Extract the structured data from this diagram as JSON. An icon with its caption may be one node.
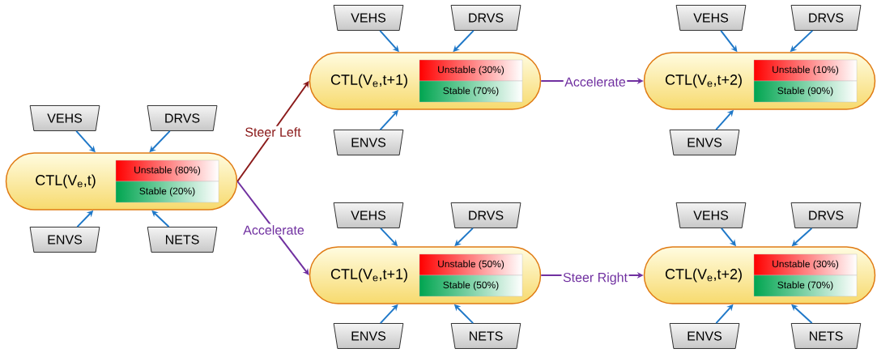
{
  "diagram": {
    "nodes": [
      {
        "text": [
          "CTL(V$_{e}$,t)"
        ]
      },
      {
        "text": [
          "Unstable (80%)"
        ],
        "in": 0
      },
      {
        "text": [
          "Stable (20%)"
        ],
        "in": 0
      },
      {
        "text": [
          "VEHS"
        ]
      },
      {
        "text": [
          "DRVS"
        ]
      },
      {
        "text": [
          "ENVS"
        ]
      },
      {
        "text": [
          "NETS"
        ]
      },
      {
        "text": [
          "CTL(V$_{e}$,t+1)"
        ]
      },
      {
        "text": [
          "Unstable (30%)"
        ],
        "in": 7
      },
      {
        "text": [
          "Stable (70%)"
        ],
        "in": 7
      },
      {
        "text": [
          "VEHS"
        ]
      },
      {
        "text": [
          "DRVS"
        ]
      },
      {
        "text": [
          "ENVS"
        ]
      },
      {
        "text": [
          "CTL(V$_{e}$,t+2)"
        ]
      },
      {
        "text": [
          "Unstable (10%)"
        ],
        "in": 13
      },
      {
        "text": [
          "Stable (90%)"
        ],
        "in": 13
      },
      {
        "text": [
          "VEHS"
        ]
      },
      {
        "text": [
          "DRVS"
        ]
      },
      {
        "text": [
          "ENVS"
        ]
      },
      {
        "text": [
          "CTL(V$_{e}$,t+1)"
        ]
      },
      {
        "text": [
          "Unstable (50%)"
        ],
        "in": 19
      },
      {
        "text": [
          "Stable (50%)"
        ],
        "in": 19
      },
      {
        "text": [
          "VEHS"
        ]
      },
      {
        "text": [
          "DRVS"
        ]
      },
      {
        "text": [
          "ENVS"
        ]
      },
      {
        "text": [
          "NETS"
        ]
      },
      {
        "text": [
          "CTL(V$_{e}$,t+2)"
        ]
      },
      {
        "text": [
          "Unstable (30%)"
        ],
        "in": 26
      },
      {
        "text": [
          "Stable (70%)"
        ],
        "in": 26
      },
      {
        "text": [
          "VEHS"
        ]
      },
      {
        "text": [
          "DRVS"
        ]
      },
      {
        "text": [
          "ENVS"
        ]
      },
      {
        "text": [
          "NETS"
        ]
      }
    ],
    "edges": [
      {
        "from": 3,
        "to": 0,
        "arrow": "to"
      },
      {
        "from": 4,
        "to": 0,
        "arrow": "to"
      },
      {
        "from": 5,
        "to": 0,
        "arrow": "to"
      },
      {
        "from": 6,
        "to": 0,
        "arrow": "to"
      },
      {
        "from": 10,
        "to": 7,
        "arrow": "to"
      },
      {
        "from": 11,
        "to": 7,
        "arrow": "to"
      },
      {
        "from": 12,
        "to": 7,
        "arrow": "to"
      },
      {
        "from": 16,
        "to": 13,
        "arrow": "to"
      },
      {
        "from": 17,
        "to": 13,
        "arrow": "to"
      },
      {
        "from": 18,
        "to": 13,
        "arrow": "to"
      },
      {
        "from": 22,
        "to": 19,
        "arrow": "to"
      },
      {
        "from": 23,
        "to": 19,
        "arrow": "to"
      },
      {
        "from": 24,
        "to": 19,
        "arrow": "to"
      },
      {
        "from": 25,
        "to": 19,
        "arrow": "to"
      },
      {
        "from": 29,
        "to": 26,
        "arrow": "to"
      },
      {
        "from": 30,
        "to": 26,
        "arrow": "to"
      },
      {
        "from": 31,
        "to": 26,
        "arrow": "to"
      },
      {
        "from": 32,
        "to": 26,
        "arrow": "to"
      },
      {
        "from": 0,
        "to": 7,
        "arrow": "to",
        "label": "Steer Left",
        "color": "#8b1a1a"
      },
      {
        "from": 0,
        "to": 19,
        "arrow": "to",
        "label": "Accelerate",
        "color": "#7030a0"
      },
      {
        "from": 7,
        "to": 13,
        "arrow": "to",
        "label": "Accelerate",
        "color": "#7030a0"
      },
      {
        "from": 19,
        "to": 26,
        "arrow": "to",
        "label": "Steer Right",
        "color": "#7030a0"
      }
    ]
  }
}
